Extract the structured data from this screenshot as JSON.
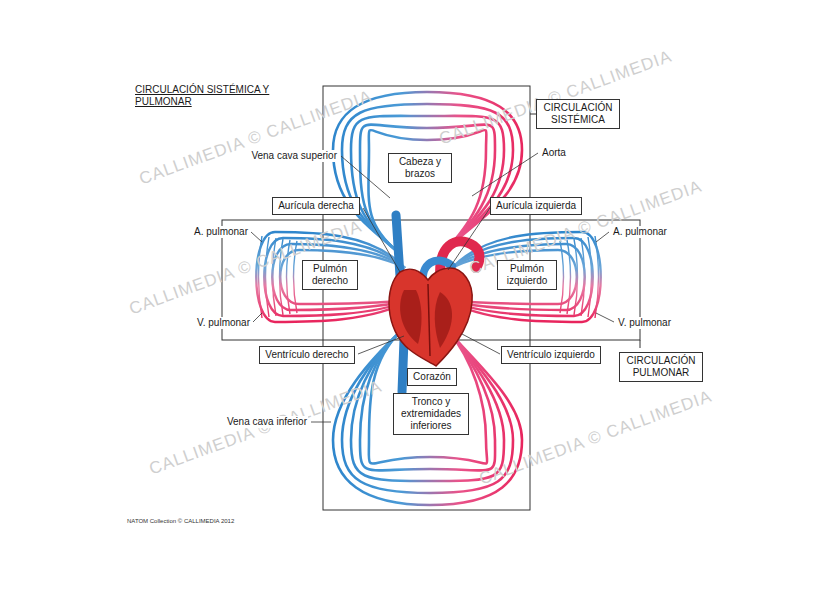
{
  "diagram": {
    "title": "CIRCULACIÓN SISTÉMICA Y PULMONAR",
    "nodes": [
      {
        "text": [
          "CIRCULACIÓN SISTÉMICA"
        ]
      },
      {
        "text": [
          "Cabeza y brazos"
        ]
      },
      {
        "text": [
          "Aurícula derecha"
        ]
      },
      {
        "text": [
          "Aurícula izquierda"
        ]
      },
      {
        "text": [
          "Pulmón derecho"
        ]
      },
      {
        "text": [
          "Pulmón izquierdo"
        ]
      },
      {
        "text": [
          "Ventrículo derecho"
        ]
      },
      {
        "text": [
          "Corazón"
        ]
      },
      {
        "text": [
          "Ventrículo izquierdo"
        ]
      },
      {
        "text": [
          "CIRCULACIÓN PULMONAR"
        ]
      },
      {
        "text": [
          "Tronco y extremidades inferiores"
        ]
      }
    ],
    "labels": [
      "Vena cava superior",
      "Aorta",
      "A. pulmonar",
      "A. pulmonar",
      "V. pulmonar",
      "V. pulmonar",
      "Vena cava inferior",
      "NATOM Collection © CALLIMEDIA 2012",
      "CALLIMEDIA © CALLIMEDIA",
      "CALLIMEDIA © CALLIMEDIA",
      "CALLIMEDIA © CALLIMEDIA",
      "CALLIMEDIA © CALLIMEDIA",
      "CALLIMEDIA © CALLIMEDIA",
      "CALLIMEDIA © CALLIMEDIA"
    ]
  }
}
